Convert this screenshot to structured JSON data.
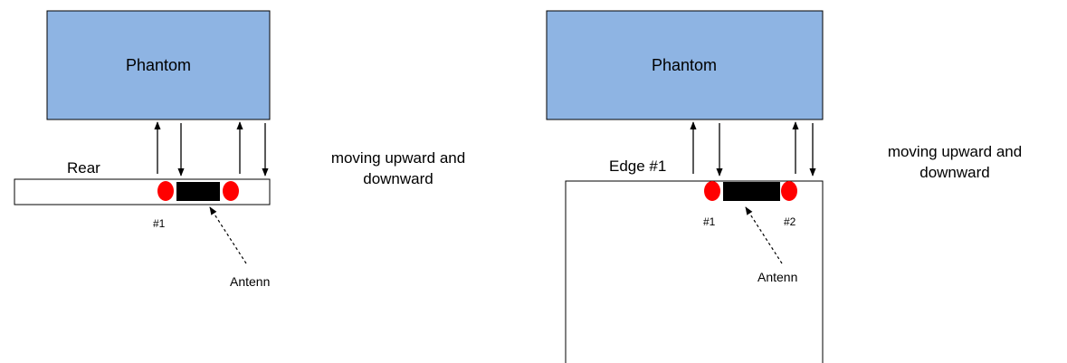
{
  "colors": {
    "phantom_fill": "#8eb4e3",
    "outline": "#000000",
    "sensor": "#ff0000",
    "antenna": "#000000"
  },
  "left_panel": {
    "phantom_label": "Phantom",
    "side_label": "Rear",
    "motion_note_line1": "moving upward and",
    "motion_note_line2": "downward",
    "sensor_label_1": "#1",
    "antenna_label": "Antenn"
  },
  "right_panel": {
    "phantom_label": "Phantom",
    "side_label": "Edge #1",
    "motion_note_line1": "moving upward and",
    "motion_note_line2": "downward",
    "sensor_label_1": "#1",
    "sensor_label_2": "#2",
    "antenna_label": "Antenn"
  }
}
